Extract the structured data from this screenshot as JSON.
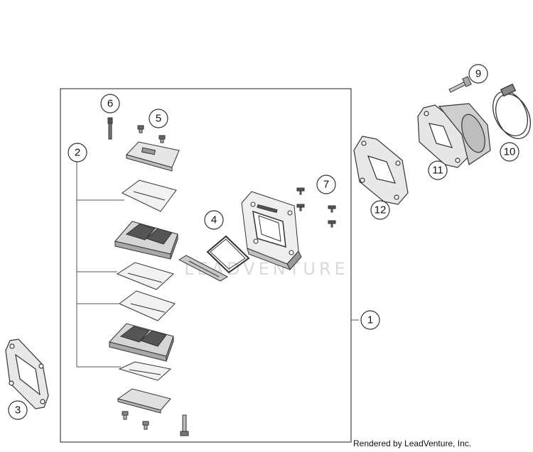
{
  "watermark": "LEADVENTURE",
  "credit": "Rendered by LeadVenture, Inc.",
  "callouts": [
    "1",
    "2",
    "3",
    "4",
    "5",
    "6",
    "7",
    "9",
    "10",
    "11",
    "12"
  ],
  "colors": {
    "line": "#333333",
    "part_shade": "#bfbfbf",
    "dark": "#555555",
    "watermark": "#d9d9d9"
  }
}
